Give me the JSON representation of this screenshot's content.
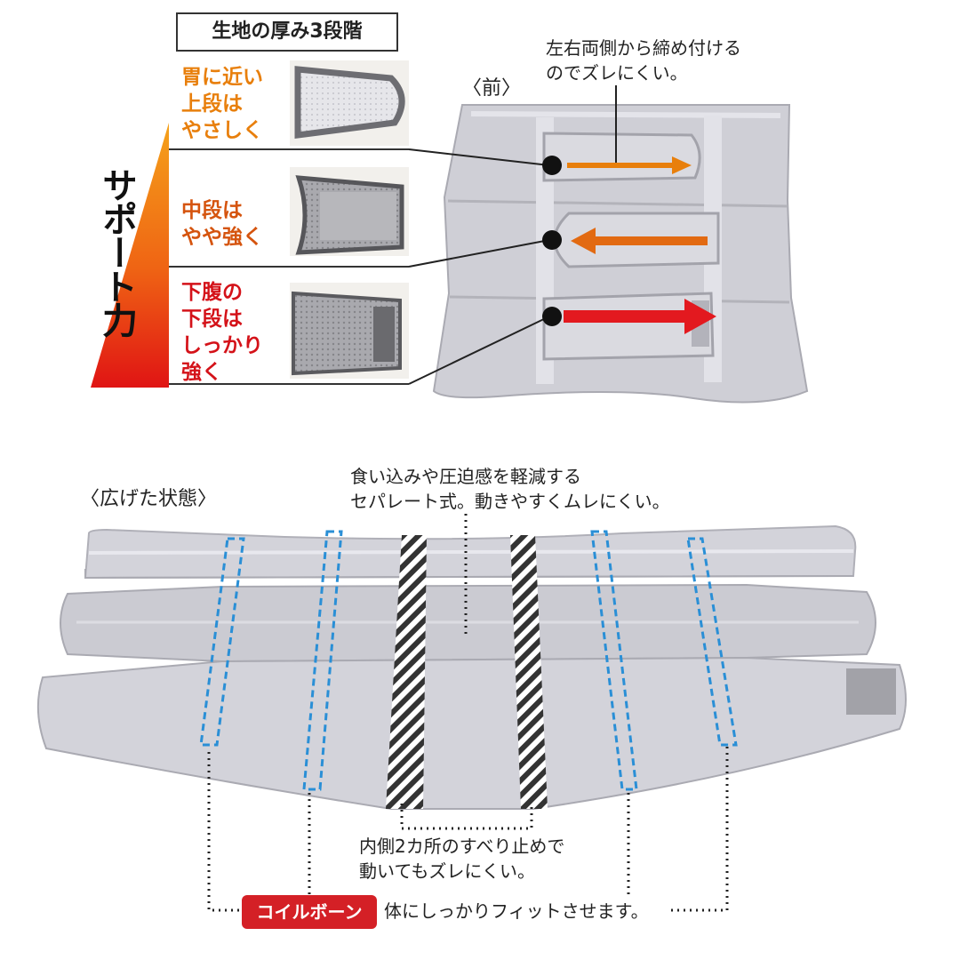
{
  "fabric_label": "生地の厚み3段階",
  "support_axis_label": "サポート力",
  "tiers": {
    "upper": {
      "line1": "胃に近い",
      "line2": "上段は",
      "line3": "やさしく"
    },
    "middle": {
      "line1": "中段は",
      "line2": "やや強く"
    },
    "lower": {
      "line1": "下腹の",
      "line2": "下段は",
      "line3": "しっかり",
      "line4": "強く"
    }
  },
  "front_label": "〈前〉",
  "front_note": {
    "line1": "左右両側から締め付ける",
    "line2": "のでズレにくい。"
  },
  "spread_label": "〈広げた状態〉",
  "separate_note": {
    "line1": "食い込みや圧迫感を軽減する",
    "line2": "セパレート式。動きやすくムレにくい。"
  },
  "slip_note": {
    "line1": "内側2カ所のすべり止めで",
    "line2": "動いてもズレにくい。"
  },
  "coil_bone_badge": "コイルボーン",
  "coil_bone_note": "体にしっかりフィットさせます。",
  "colors": {
    "orange": "#e87f0c",
    "dark_orange": "#d5540e",
    "red": "#d41219",
    "blue_dash": "#2a8fd6",
    "belt_gray": "#cfcfd6"
  },
  "icons": [
    "gradient-triangle-icon",
    "arrow-right-icon",
    "arrow-left-icon",
    "dot-icon",
    "hatch-pattern-icon"
  ]
}
